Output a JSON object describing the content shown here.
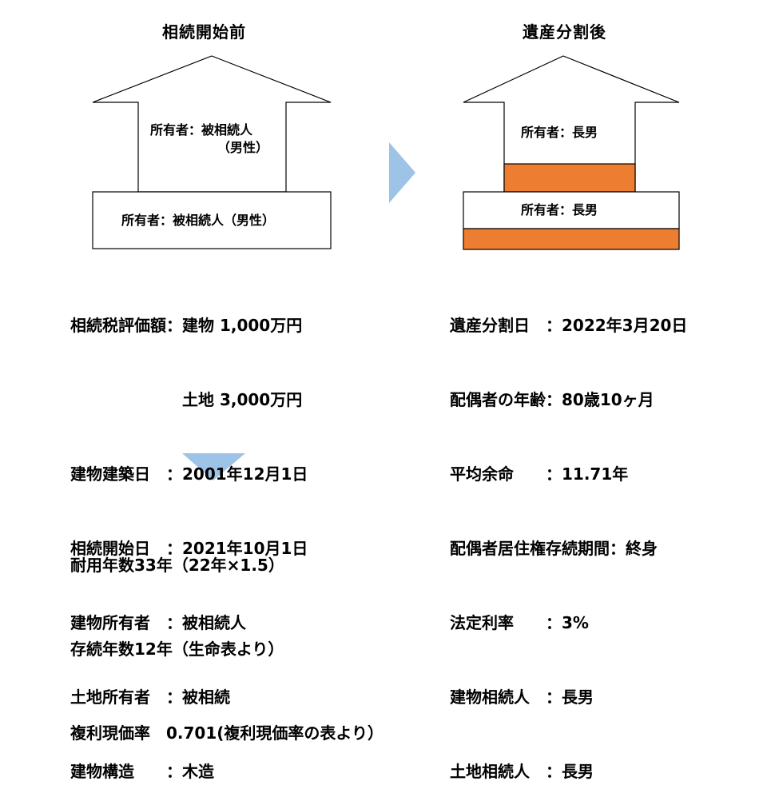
{
  "before": {
    "title": "相続開始前",
    "house_owner_line1": "所有者：被相続人",
    "house_owner_line2": "（男性）",
    "land_owner": "所有者：被相続人（男性）",
    "details": [
      "相続税評価額：建物 1,000万円",
      "　　　　　　　土地 3,000万円",
      "建物建築日　：2001年12月1日",
      "相続開始日　：2021年10月1日",
      "建物所有者　：被相続人",
      "土地所有者　：被相続",
      "建物構造　　：木造"
    ],
    "results": [
      "耐用年数33年（22年×1.5）",
      "存続年数12年（生命表より）",
      "複利現価率　0.701(複利現価率の表より）"
    ]
  },
  "after": {
    "title": "遺産分割後",
    "house_owner": "所有者：長男",
    "land_owner": "所有者：長男",
    "details": [
      "遺産分割日　：2022年3月20日",
      "配偶者の年齢：80歳10ヶ月",
      "平均余命　　：11.71年",
      "配偶者居住権存続期間：終身",
      "法定利率　　：3%",
      "建物相続人　：長男",
      "土地相続人　：長男"
    ]
  },
  "colors": {
    "accent_orange": "#ED7D31",
    "arrow_blue": "#9DC3E6",
    "outline": "#000000"
  }
}
